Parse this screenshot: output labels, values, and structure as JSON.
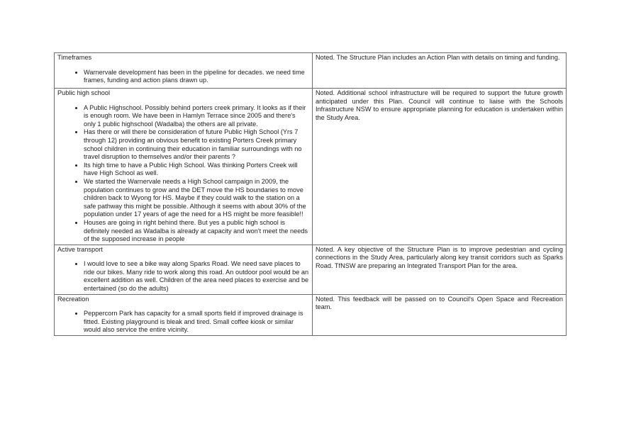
{
  "rows": [
    {
      "topic": "Timeframes",
      "comments": [
        "Warnervale development has been in the pipeline for decades. we need time frames, funding and action plans drawn up."
      ],
      "response": "Noted. The Structure Plan includes an Action Plan with details on timing and funding."
    },
    {
      "topic": "Public high school",
      "comments": [
        "A Public Highschool. Possibly behind porters creek primary. It looks as if their is enough room. We have been in Hamlyn Terrace since 2005 and there's only 1 public highschool (Wadalba) the others are all private.",
        "Has there or will there be consideration of future Public High School (Yrs 7 through 12) providing an obvious benefit to existing Porters Creek primary school children in continuing their education in familiar surroundings with no travel disruption to themselves and/or their parents ?",
        "Its high time to have a Public High School. Was thinking Porters Creek will have High School as well.",
        "We started the Warnervale needs a High School campaign in 2009, the population continues to grow and the DET move the HS boundaries to move children back to Wyong for HS. Maybe if they could walk to the station on a safe pathway this might be possible. Although it seems with about 30% of the population under 17 years of age the need for a HS might be more feasible!!",
        "Houses are going in right behind there. But yes a public high school is definitely needed as Wadalba is already at capacity and won't meet the needs of the supposed increase in people"
      ],
      "response": "Noted. Additional school infrastructure will be required to support the future growth anticipated under this Plan. Council will continue to liaise with the Schools Infrastructure NSW to ensure appropriate planning for education is undertaken within the Study Area."
    },
    {
      "topic": "Active transport",
      "comments": [
        "I would love to see a bike way along Sparks Road. We need save places to ride our bikes. Many ride to work along this road. An outdoor pool would be an excellent addition as well. Children of the area need places to exercise and be entertained (so do the adults)"
      ],
      "response": "Noted. A key objective of the Structure Plan is to improve pedestrian and cycling connections in the Study Area, particularly along key transit corridors such as Sparks Road. TfNSW are preparing an Integrated Transport Plan for the area."
    },
    {
      "topic": "Recreation",
      "comments": [
        "Peppercorn Park has capacity for a small sports field if improved drainage is fitted. Existing playground is bleak and tired. Small coffee kiosk or similar would also service the entire vicinity."
      ],
      "response": "Noted. This feedback will be passed on to Council's Open Space and Recreation team."
    }
  ]
}
